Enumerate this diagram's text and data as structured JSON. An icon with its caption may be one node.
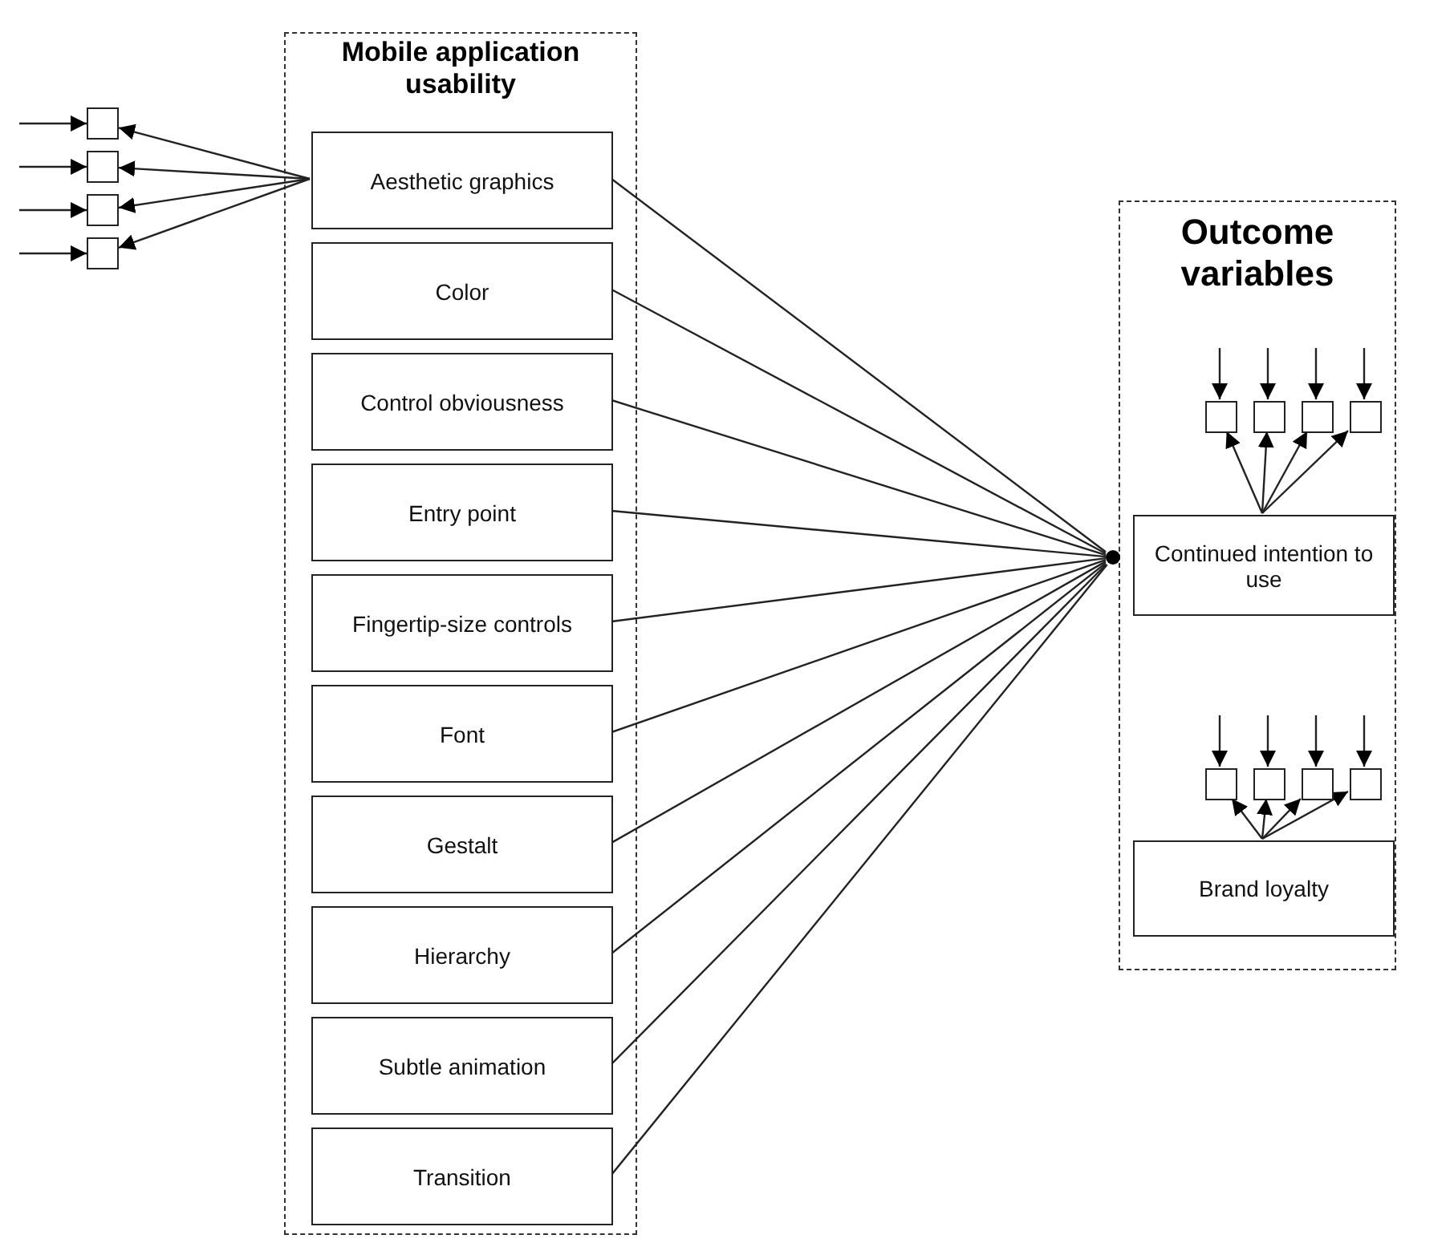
{
  "diagram": {
    "nodes": [
      {
        "text": [
          "Mobile application usability"
        ]
      },
      {
        "text": [
          "Aesthetic graphics"
        ],
        "in": 0
      },
      {
        "text": [
          "Color"
        ],
        "in": 0
      },
      {
        "text": [
          "Control obviousness"
        ],
        "in": 0
      },
      {
        "text": [
          "Entry point"
        ],
        "in": 0
      },
      {
        "text": [
          "Fingertip-size controls"
        ],
        "in": 0
      },
      {
        "text": [
          "Font"
        ],
        "in": 0
      },
      {
        "text": [
          "Gestalt"
        ],
        "in": 0
      },
      {
        "text": [
          "Hierarchy"
        ],
        "in": 0
      },
      {
        "text": [
          "Subtle animation"
        ],
        "in": 0
      },
      {
        "text": [
          "Transition"
        ],
        "in": 0
      },
      {
        "text": [
          "Outcome variables"
        ]
      },
      {
        "text": [
          "Continued intention to use"
        ],
        "in": 11
      },
      {
        "text": [
          "Brand loyalty"
        ],
        "in": 11
      },
      {
        "text": [],
        "shape": "box"
      },
      {
        "text": [],
        "shape": "box"
      },
      {
        "text": [],
        "shape": "box"
      },
      {
        "text": [],
        "shape": "box"
      },
      {
        "text": [],
        "shape": "box",
        "in": 11
      },
      {
        "text": [],
        "shape": "box",
        "in": 11
      },
      {
        "text": [],
        "shape": "box",
        "in": 11
      },
      {
        "text": [],
        "shape": "box",
        "in": 11
      },
      {
        "text": [],
        "shape": "box",
        "in": 11
      },
      {
        "text": [],
        "shape": "box",
        "in": 11
      },
      {
        "text": [],
        "shape": "box",
        "in": 11
      },
      {
        "text": [],
        "shape": "box",
        "in": 11
      },
      {
        "text": [],
        "shape": "circle"
      }
    ],
    "edges": [
      {
        "from": 1,
        "to": 14,
        "arrow": "to"
      },
      {
        "from": 1,
        "to": 15,
        "arrow": "to"
      },
      {
        "from": 1,
        "to": 16,
        "arrow": "to"
      },
      {
        "from": 1,
        "to": 17,
        "arrow": "to"
      },
      {
        "from": null,
        "to": 14,
        "arrow": "to"
      },
      {
        "from": null,
        "to": 15,
        "arrow": "to"
      },
      {
        "from": null,
        "to": 16,
        "arrow": "to"
      },
      {
        "from": null,
        "to": 17,
        "arrow": "to"
      },
      {
        "from": 12,
        "to": 18,
        "arrow": "to"
      },
      {
        "from": 12,
        "to": 19,
        "arrow": "to"
      },
      {
        "from": 12,
        "to": 20,
        "arrow": "to"
      },
      {
        "from": 12,
        "to": 21,
        "arrow": "to"
      },
      {
        "from": null,
        "to": 18,
        "arrow": "to"
      },
      {
        "from": null,
        "to": 19,
        "arrow": "to"
      },
      {
        "from": null,
        "to": 20,
        "arrow": "to"
      },
      {
        "from": null,
        "to": 21,
        "arrow": "to"
      },
      {
        "from": 13,
        "to": 22,
        "arrow": "to"
      },
      {
        "from": 13,
        "to": 23,
        "arrow": "to"
      },
      {
        "from": 13,
        "to": 24,
        "arrow": "to"
      },
      {
        "from": 13,
        "to": 25,
        "arrow": "to"
      },
      {
        "from": null,
        "to": 22,
        "arrow": "to"
      },
      {
        "from": null,
        "to": 23,
        "arrow": "to"
      },
      {
        "from": null,
        "to": 24,
        "arrow": "to"
      },
      {
        "from": null,
        "to": 25,
        "arrow": "to"
      },
      {
        "from": 1,
        "to": 26,
        "arrow": "none"
      },
      {
        "from": 2,
        "to": 26,
        "arrow": "none"
      },
      {
        "from": 3,
        "to": 26,
        "arrow": "none"
      },
      {
        "from": 4,
        "to": 26,
        "arrow": "none"
      },
      {
        "from": 5,
        "to": 26,
        "arrow": "none"
      },
      {
        "from": 6,
        "to": 26,
        "arrow": "none"
      },
      {
        "from": 7,
        "to": 26,
        "arrow": "none"
      },
      {
        "from": 8,
        "to": 26,
        "arrow": "none"
      },
      {
        "from": 9,
        "to": 26,
        "arrow": "none"
      },
      {
        "from": 10,
        "to": 26,
        "arrow": "none"
      }
    ]
  }
}
